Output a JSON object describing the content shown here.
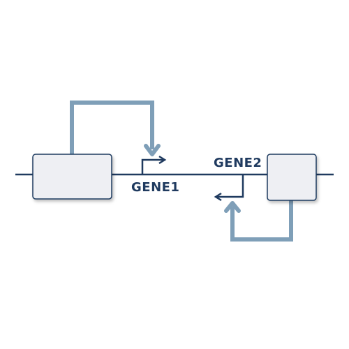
{
  "diagram": {
    "genes": [
      {
        "id": "gene1",
        "label": "GENE1",
        "promoter_direction": "right"
      },
      {
        "id": "gene2",
        "label": "GENE2",
        "promoter_direction": "left"
      }
    ],
    "colors": {
      "dna_line": "#1f3a5f",
      "feedback_arrow": "#7f9fb8",
      "box_fill": "#eeeff3",
      "box_stroke": "#1f3a5f",
      "label_text": "#1f3a5f"
    }
  }
}
